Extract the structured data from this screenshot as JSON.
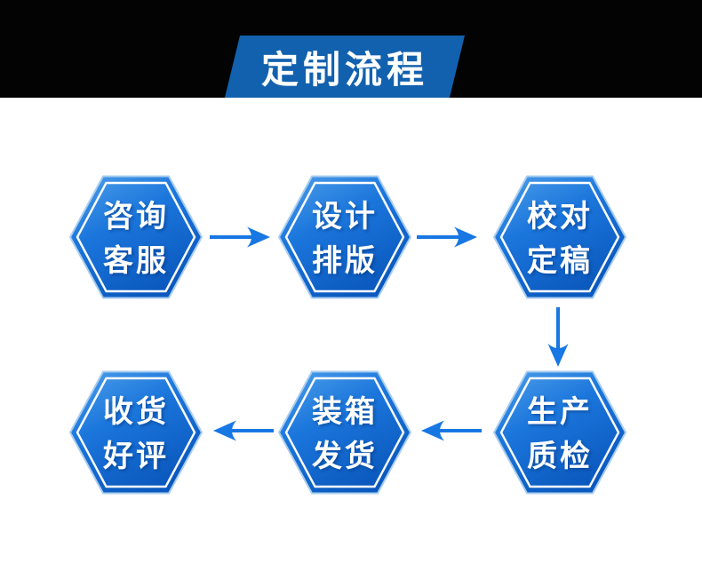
{
  "banner": {
    "title": "定制流程"
  },
  "steps": [
    {
      "name": "consult-service",
      "line1": "咨询",
      "line2": "客服"
    },
    {
      "name": "design-layout",
      "line1": "设计",
      "line2": "排版"
    },
    {
      "name": "proofread-finalize",
      "line1": "校对",
      "line2": "定稿"
    },
    {
      "name": "production-qc",
      "line1": "生产",
      "line2": "质检"
    },
    {
      "name": "pack-ship",
      "line1": "装箱",
      "line2": "发货"
    },
    {
      "name": "receive-review",
      "line1": "收货",
      "line2": "好评"
    }
  ],
  "flow_order": [
    "咨询客服",
    "设计排版",
    "校对定稿",
    "生产质检",
    "装箱发货",
    "收货好评"
  ],
  "colors": {
    "header_background": "#030303",
    "banner_blue": "#1261AE",
    "hexagon_blue_light": "#4FA0EA",
    "hexagon_blue_mid": "#1B76DC",
    "hexagon_blue_dark": "#0B59BE",
    "hexagon_inner_border": "#FFFFFF",
    "hexagon_outer_rim": "#A9CDEF",
    "arrow_blue": "#1777E3",
    "text_white": "#FFFFFF"
  }
}
